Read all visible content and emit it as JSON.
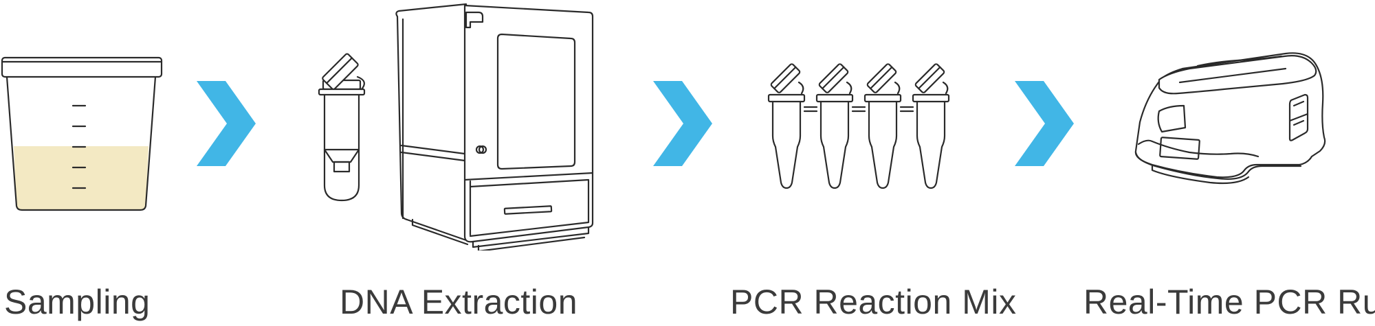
{
  "steps": [
    {
      "id": "sampling",
      "label": "Sampling"
    },
    {
      "id": "dna-extraction",
      "label": "DNA Extraction"
    },
    {
      "id": "pcr-reaction-mix",
      "label": "PCR Reaction Mix"
    },
    {
      "id": "real-time-pcr-run",
      "label": "Real-Time PCR Run"
    }
  ],
  "colors": {
    "arrow": "#41b6e6",
    "liquid": "#f3e9c3",
    "stroke": "#2a2a2a",
    "label": "#3b3b3b"
  },
  "icons": {
    "step1": "sample-cup-icon",
    "step2": "extraction-instrument-icon",
    "step3": "pcr-tubes-icon",
    "step4": "thermocycler-icon",
    "connector": "chevron-right-icon"
  }
}
